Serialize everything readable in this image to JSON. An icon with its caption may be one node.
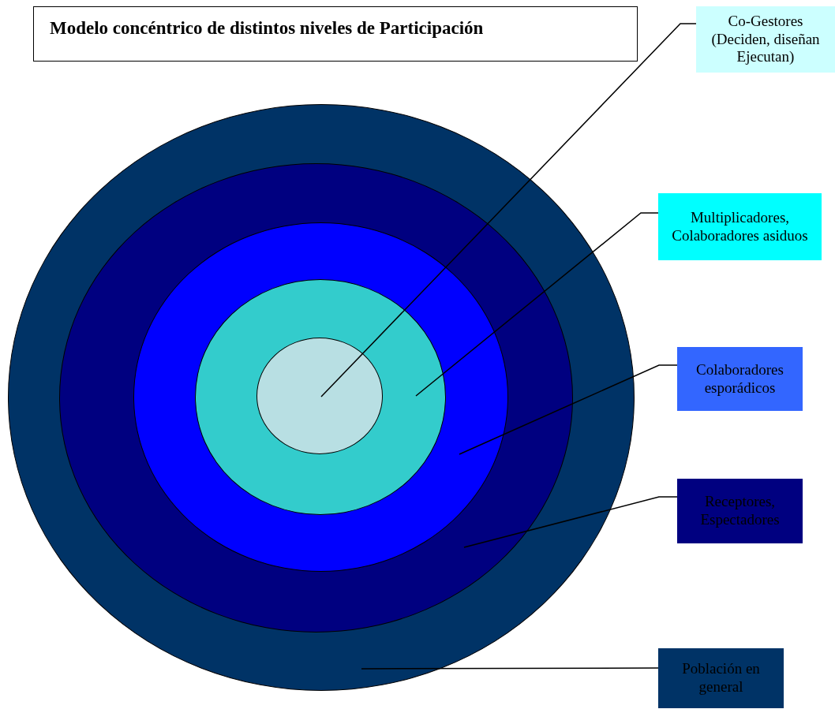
{
  "diagram": {
    "title": "Modelo concéntrico de distintos niveles de Participación",
    "nodes": [
      {
        "text": [],
        "shape": "circle"
      },
      {
        "text": [],
        "shape": "circle",
        "in": 0
      },
      {
        "text": [],
        "shape": "circle",
        "in": 1
      },
      {
        "text": [],
        "shape": "circle",
        "in": 2
      },
      {
        "text": [],
        "shape": "circle",
        "in": 3
      },
      {
        "text": [
          "Co-Gestores (Deciden, diseñan Ejecutan)"
        ]
      },
      {
        "text": [
          "Multiplicadores, Colaboradores asiduos"
        ]
      },
      {
        "text": [
          "Colaboradores esporádicos"
        ]
      },
      {
        "text": [
          "Receptores, Espectadores"
        ]
      },
      {
        "text": [
          "Población en general"
        ]
      }
    ],
    "edges": [
      {
        "from": 5,
        "to": 4,
        "arrow": "none"
      },
      {
        "from": 6,
        "to": 3,
        "arrow": "none"
      },
      {
        "from": 7,
        "to": 2,
        "arrow": "none"
      },
      {
        "from": 8,
        "to": 1,
        "arrow": "none"
      },
      {
        "from": 9,
        "to": 0,
        "arrow": "none"
      }
    ]
  }
}
